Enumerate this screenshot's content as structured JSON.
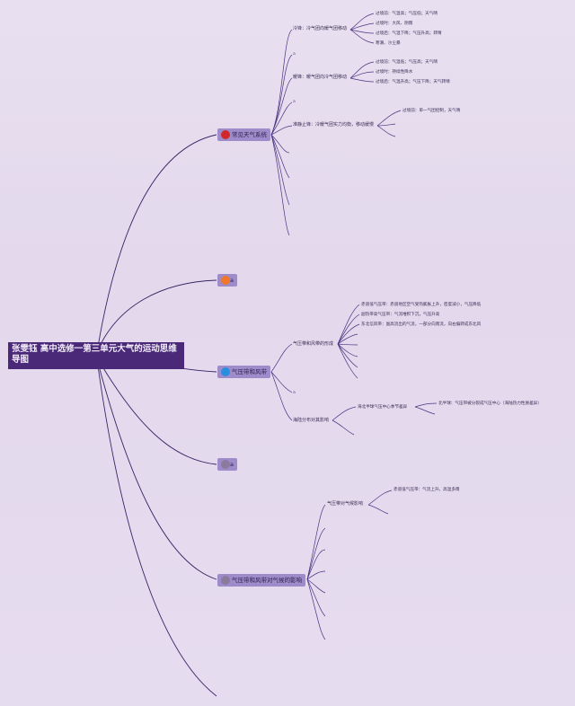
{
  "root": {
    "title": "张雯钰 高中选修一第三单元大气的运动思维导图"
  },
  "branches": [
    {
      "label": "常见天气系统",
      "dot_color": "#d2282a"
    },
    {
      "label": "a",
      "dot_color": "#f07828"
    },
    {
      "label": "气压带和风带",
      "dot_color": "#2a8ee0"
    },
    {
      "label": "a",
      "dot_color": "#8c7a9e"
    },
    {
      "label": "气压带和风带对气候的影响",
      "dot_color": "#8c7a9e"
    }
  ],
  "weather": {
    "cold_front": {
      "label": "冷锋：冷气团向暖气团移动",
      "items": [
        "过境前：气温高；气压低；天气晴",
        "过境时：大风、阴雨",
        "过境后：气温下降；气压升高；转晴",
        "寒潮、沙尘暴"
      ]
    },
    "cold_note": "a",
    "warm_front": {
      "label": "暖锋：暖气团向冷气团移动",
      "items": [
        "过境前：气温低；气压高；天气晴",
        "过境时：持续性降水",
        "过境后：气温升高；气压下降；天气转晴"
      ]
    },
    "warm_note": "a",
    "stationary_front": {
      "label": "准静止锋：冷暖气团实力均衡，移动缓慢",
      "items": [
        "过境前：单一气团控制，天气晴"
      ]
    }
  },
  "pressure": {
    "formation": {
      "label": "气压带和风带的形成",
      "items": [
        "赤道低气压带：赤道地区空气受热膨胀上升，密度减小，气压降低",
        "副热带高气压带：气流堆积下沉，气压升高",
        "东北信风带：副高流出的气流，一部分向南流，向右偏转成东北风"
      ]
    },
    "note": "a",
    "distribution": {
      "label": "海陆分布对其影响",
      "sub": "海北半球气压中心季节差异",
      "items": [
        "北半球：气压带被分裂成气压中心（海陆热力性质差异）"
      ]
    }
  },
  "climate": {
    "influence": {
      "label": "气压带对气候影响",
      "items": [
        "赤道低气压带：气流上升，高温多雨"
      ]
    }
  }
}
